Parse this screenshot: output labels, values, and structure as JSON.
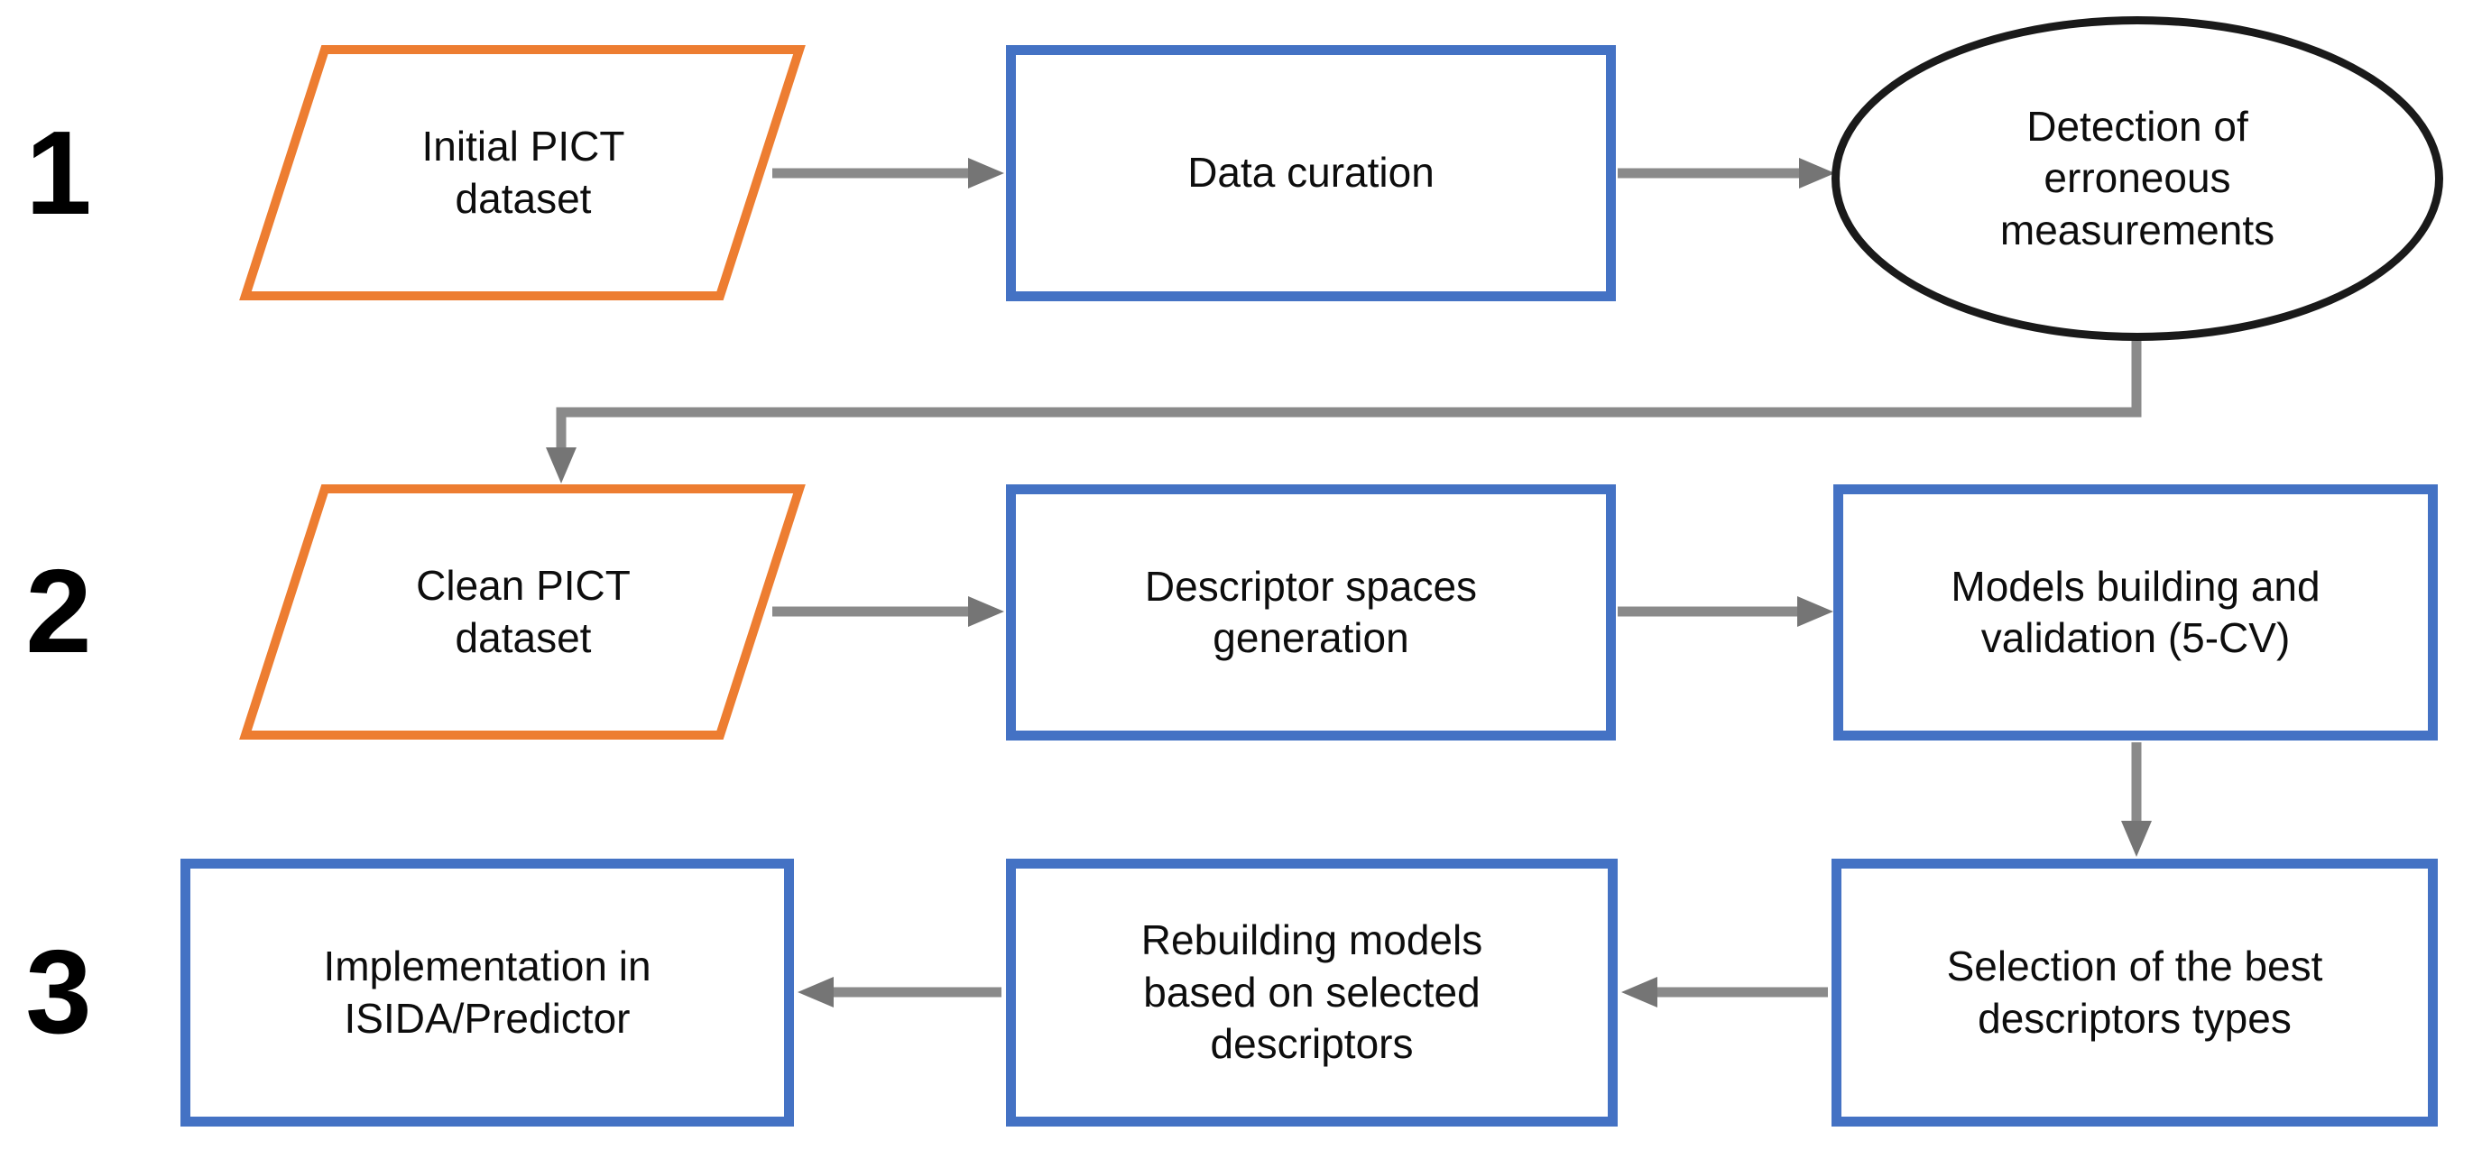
{
  "diagram": {
    "title": "Three-stage modeling workflow flowchart",
    "colors": {
      "dataset_parallelogram_border": "#ED7D31",
      "process_rectangle_border": "#4472C4",
      "terminal_ellipse_border": "#1A1A1A",
      "arrow_shaft": "#8A8A8A",
      "arrow_head": "#757575",
      "text": "#0D0D0D"
    },
    "steps": [
      {
        "number": "1",
        "nodes": [
          {
            "shape": "parallelogram",
            "label": "Initial PICT dataset"
          },
          {
            "shape": "rectangle",
            "label": "Data curation"
          },
          {
            "shape": "ellipse",
            "label": "Detection of erroneous measurements"
          }
        ]
      },
      {
        "number": "2",
        "nodes": [
          {
            "shape": "parallelogram",
            "label": "Clean PICT dataset"
          },
          {
            "shape": "rectangle",
            "label": "Descriptor spaces generation"
          },
          {
            "shape": "rectangle",
            "label": "Models building and validation (5-CV)"
          }
        ]
      },
      {
        "number": "3",
        "nodes": [
          {
            "shape": "rectangle",
            "label": "Implementation in ISIDA/Predictor"
          },
          {
            "shape": "rectangle",
            "label": "Rebuilding models based on selected descriptors"
          },
          {
            "shape": "rectangle",
            "label": "Selection of the best descriptors types"
          }
        ]
      }
    ],
    "edges": [
      {
        "from": "Initial PICT dataset",
        "to": "Data curation",
        "direction": "right"
      },
      {
        "from": "Data curation",
        "to": "Detection of erroneous measurements",
        "direction": "right"
      },
      {
        "from": "Detection of erroneous measurements",
        "to": "Clean PICT dataset",
        "direction": "down-left-down elbow"
      },
      {
        "from": "Clean PICT dataset",
        "to": "Descriptor spaces generation",
        "direction": "right"
      },
      {
        "from": "Descriptor spaces generation",
        "to": "Models building and validation (5-CV)",
        "direction": "right"
      },
      {
        "from": "Models building and validation (5-CV)",
        "to": "Selection of the best descriptors types",
        "direction": "down"
      },
      {
        "from": "Selection of the best descriptors types",
        "to": "Rebuilding models based on selected descriptors",
        "direction": "left"
      },
      {
        "from": "Rebuilding models based on selected descriptors",
        "to": "Implementation in ISIDA/Predictor",
        "direction": "left"
      }
    ]
  }
}
